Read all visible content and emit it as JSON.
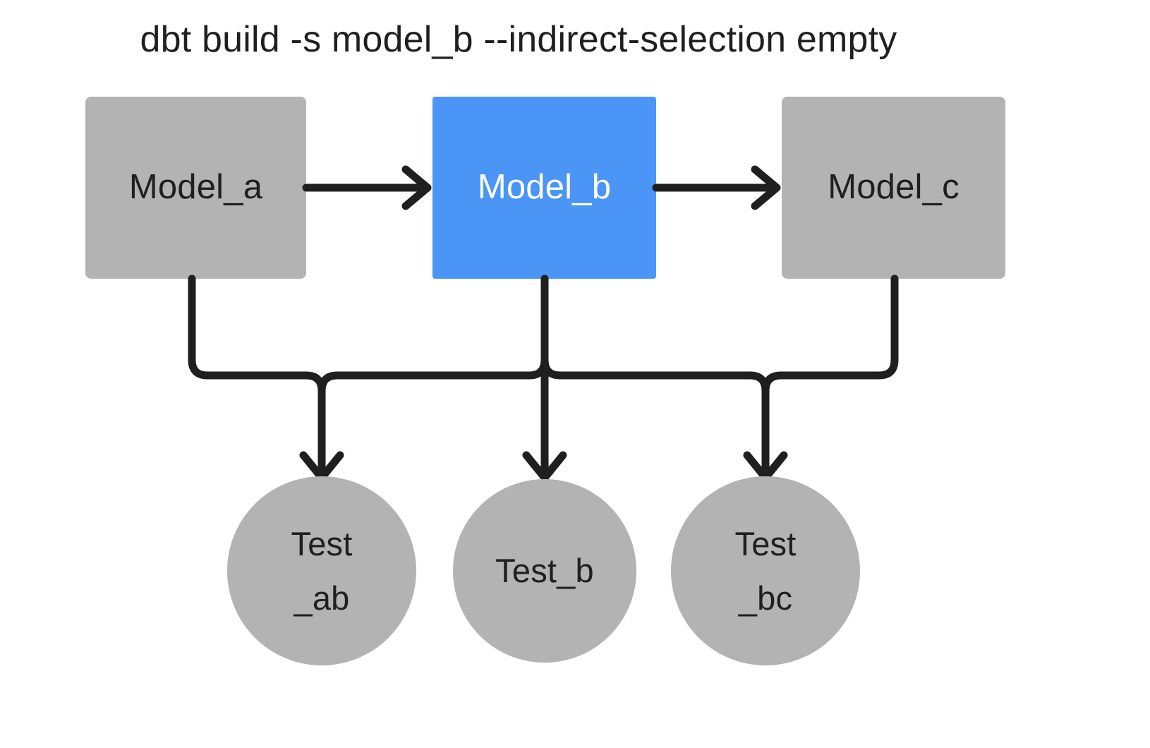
{
  "title": "dbt build -s model_b --indirect-selection empty",
  "colors": {
    "node_gray": "#b3b3b3",
    "node_accent_blue": "#4a95f5",
    "edge_black": "#1f1f1f",
    "text_dark": "#1f1f1f",
    "text_light": "#ffffff",
    "background": "#ffffff"
  },
  "models": [
    {
      "id": "model_a",
      "label": "Model_a",
      "shape": "rectangle",
      "fill": "#b3b3b3",
      "text_color": "#1f1f1f",
      "selected": false
    },
    {
      "id": "model_b",
      "label": "Model_b",
      "shape": "rectangle",
      "fill": "#4a95f5",
      "text_color": "#ffffff",
      "selected": true
    },
    {
      "id": "model_c",
      "label": "Model_c",
      "shape": "rectangle",
      "fill": "#b3b3b3",
      "text_color": "#1f1f1f",
      "selected": false
    }
  ],
  "tests": [
    {
      "id": "test_ab",
      "line1": "Test",
      "line2": "_ab",
      "shape": "circle",
      "fill": "#b3b3b3",
      "text_color": "#1f1f1f"
    },
    {
      "id": "test_b",
      "line1": "Test_b",
      "line2": "",
      "shape": "circle",
      "fill": "#b3b3b3",
      "text_color": "#1f1f1f"
    },
    {
      "id": "test_bc",
      "line1": "Test",
      "line2": "_bc",
      "shape": "circle",
      "fill": "#b3b3b3",
      "text_color": "#1f1f1f"
    }
  ],
  "edges": [
    {
      "from": "model_a",
      "to": "model_b",
      "style": "straight-arrow"
    },
    {
      "from": "model_b",
      "to": "model_c",
      "style": "straight-arrow"
    },
    {
      "from": "model_a",
      "to": "test_ab",
      "style": "elbow-arrow"
    },
    {
      "from": "model_b",
      "to": "test_ab",
      "style": "elbow-arrow"
    },
    {
      "from": "model_b",
      "to": "test_b",
      "style": "straight-arrow"
    },
    {
      "from": "model_b",
      "to": "test_bc",
      "style": "elbow-arrow"
    },
    {
      "from": "model_c",
      "to": "test_bc",
      "style": "elbow-arrow"
    }
  ]
}
